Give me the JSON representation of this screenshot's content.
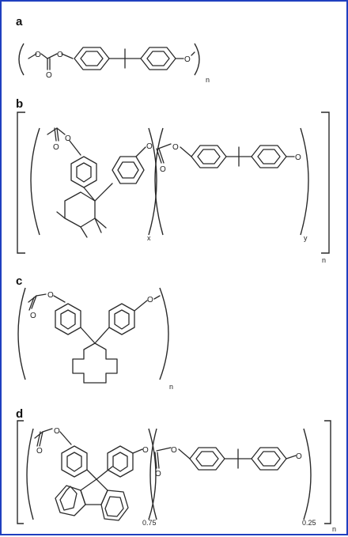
{
  "panels": [
    {
      "label": "a",
      "subscripts": [
        "n"
      ]
    },
    {
      "label": "b",
      "subscripts": [
        "x",
        "y",
        "n"
      ]
    },
    {
      "label": "c",
      "subscripts": [
        "n"
      ]
    },
    {
      "label": "d",
      "subscripts": [
        "0.75",
        "0.25",
        "n"
      ]
    }
  ],
  "atoms": {
    "oxygen": "O"
  },
  "colors": {
    "frame": "#1f3fbf",
    "bond": "#2a2a2a"
  }
}
